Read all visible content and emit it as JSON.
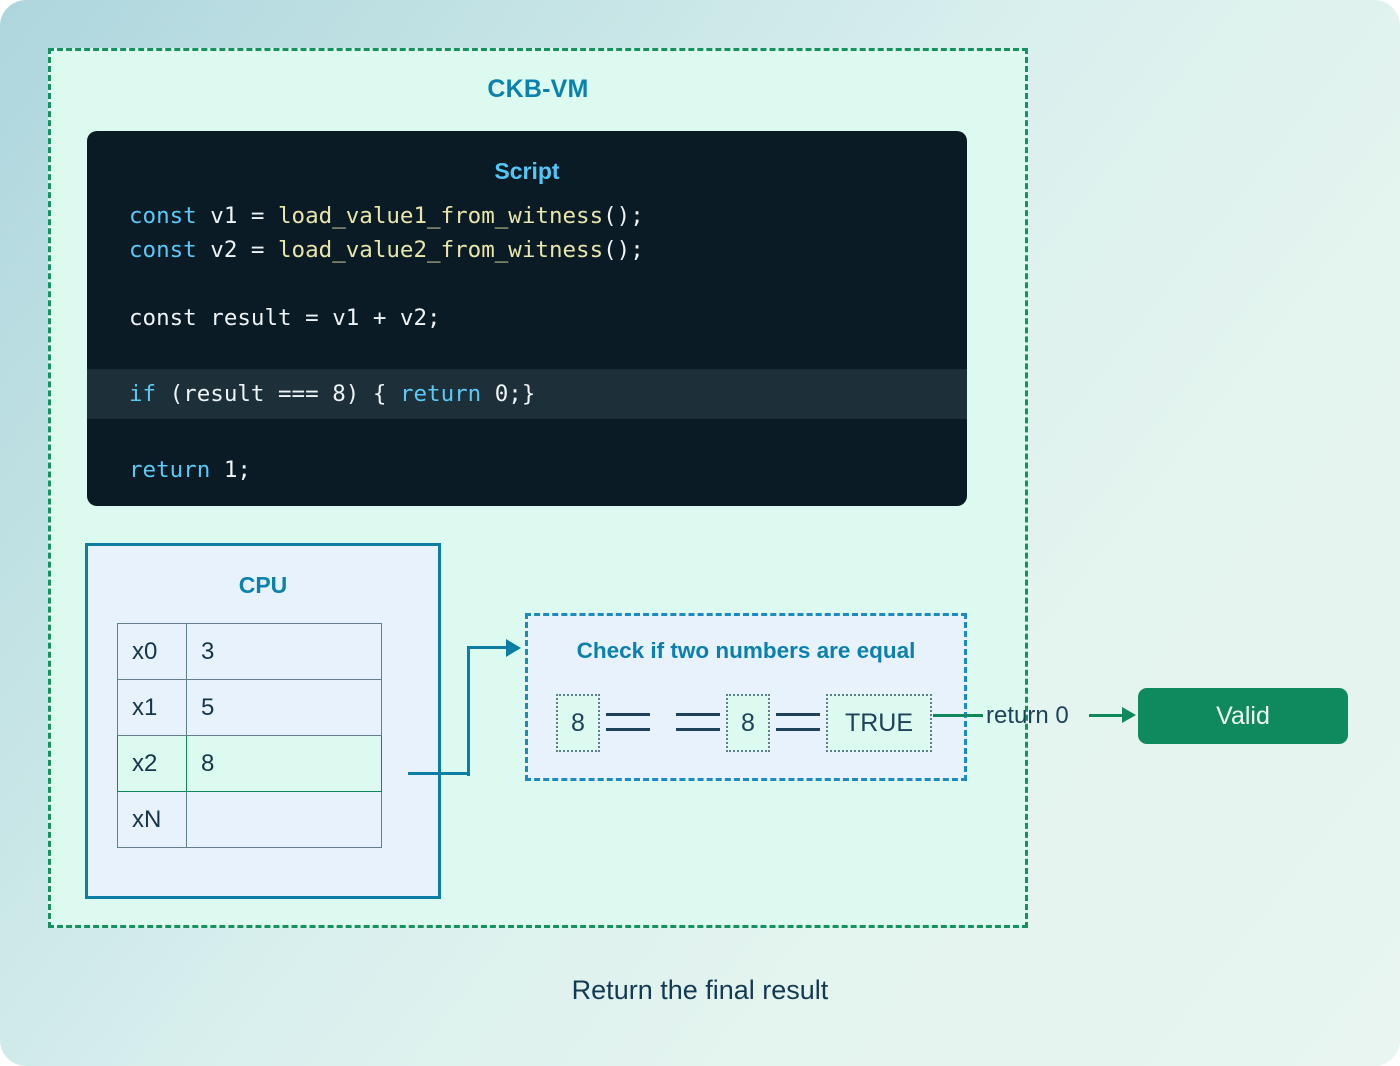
{
  "vm": {
    "title": "CKB-VM"
  },
  "script": {
    "title": "Script",
    "lines": [
      {
        "id": "l1",
        "kw": "const",
        "mid": " v1 = ",
        "fn": "load_value1_from_witness",
        "tail": "();"
      },
      {
        "id": "l2",
        "kw": "const",
        "mid": " v2 = ",
        "fn": "load_value2_from_witness",
        "tail": "();"
      },
      {
        "id": "l3",
        "plain": "const result = v1 + v2;"
      },
      {
        "id": "l4",
        "kw": "if",
        "mid": " (result === 8) { ",
        "kw2": "return",
        "tail2": " 0;}"
      },
      {
        "id": "l5",
        "kw": "return",
        "tail": " 1;"
      }
    ],
    "highlighted_line": "l4"
  },
  "cpu": {
    "title": "CPU",
    "registers": [
      {
        "name": "x0",
        "value": "3",
        "active": false
      },
      {
        "name": "x1",
        "value": "5",
        "active": false
      },
      {
        "name": "x2",
        "value": "8",
        "active": true
      },
      {
        "name": "xN",
        "value": "",
        "active": false
      }
    ]
  },
  "check": {
    "title": "Check if two numbers are equal",
    "left_value": "8",
    "right_value": "8",
    "result_value": "TRUE",
    "operator": "=="
  },
  "result": {
    "return_label": "return 0",
    "status_label": "Valid"
  },
  "caption": "Return the final result",
  "colors": {
    "accent_blue": "#0b82ab",
    "script_title": "#54c7f6",
    "green": "#11885c",
    "valid_bg": "#0e8a5e",
    "dark_card": "#0b1b26",
    "vm_fill": "#ddfaf0",
    "cpu_fill": "#e7f2fd"
  }
}
